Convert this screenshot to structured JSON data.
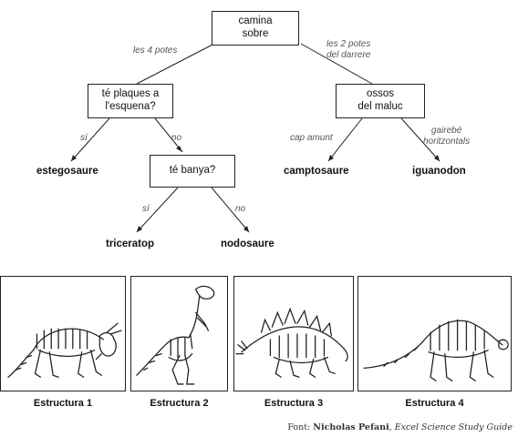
{
  "tree": {
    "root": "camina\nsobre",
    "left_node": "té plaques a\nl'esquena?",
    "right_node": "ossos\ndel maluc",
    "horn_node": "té banya?",
    "edges": {
      "four_legs": "les 4 potes",
      "two_legs": "les 2 potes\ndel darrere",
      "plates_yes": "sí",
      "plates_no": "no",
      "hip_up": "cap amunt",
      "hip_horizontal": "gairebé\nhoritzontals",
      "horn_yes": "sí",
      "horn_no": "no"
    },
    "leaves": {
      "stegosaurus": "estegosaure",
      "camptosaurus": "camptosaure",
      "iguanodon": "iguanodon",
      "triceratops": "triceratop",
      "nodosaurus": "nodosaure"
    }
  },
  "structures": [
    {
      "caption": "Estructura 1",
      "icon": "triceratops-skeleton"
    },
    {
      "caption": "Estructura 2",
      "icon": "bipedal-skeleton"
    },
    {
      "caption": "Estructura 3",
      "icon": "stegosaurus-skeleton"
    },
    {
      "caption": "Estructura 4",
      "icon": "long-tail-quadruped-skeleton"
    }
  ],
  "source": {
    "prefix": "Font: ",
    "author": "Nicholas Pefani",
    "separator": ", ",
    "title": "Excel Science Study Guide"
  }
}
